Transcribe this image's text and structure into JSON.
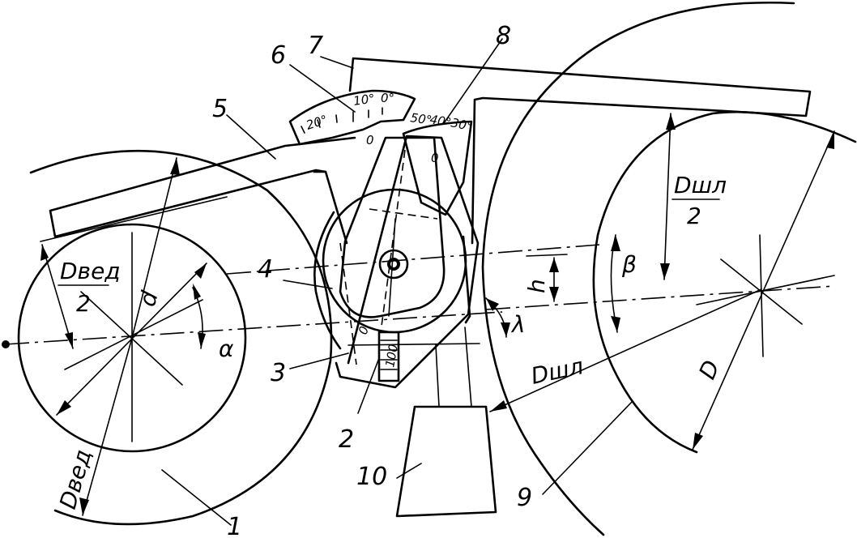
{
  "labels": {
    "part_1": "1",
    "part_2": "2",
    "part_3": "3",
    "part_4": "4",
    "part_5": "5",
    "part_6": "6",
    "part_7": "7",
    "part_8": "8",
    "part_9": "9",
    "part_10": "10"
  },
  "symbols": {
    "d": "d",
    "alpha": "α",
    "beta": "β",
    "lambda": "λ",
    "h": "h",
    "D": "D",
    "D_vedush": "Dвед",
    "D_vedush_half_num": "Dвед",
    "D_vedush_half_den": "2",
    "D_shl": "Dшл",
    "D_shl_half_num": "Dшл",
    "D_shl_half_den": "2"
  },
  "scales": {
    "left_ticks": [
      "20°",
      "10°",
      "0°"
    ],
    "left_zero": "0",
    "right_ticks": [
      "50°",
      "40°",
      "30°"
    ],
    "right_zero": "0",
    "device_mark": "0",
    "device_scale": "100"
  }
}
